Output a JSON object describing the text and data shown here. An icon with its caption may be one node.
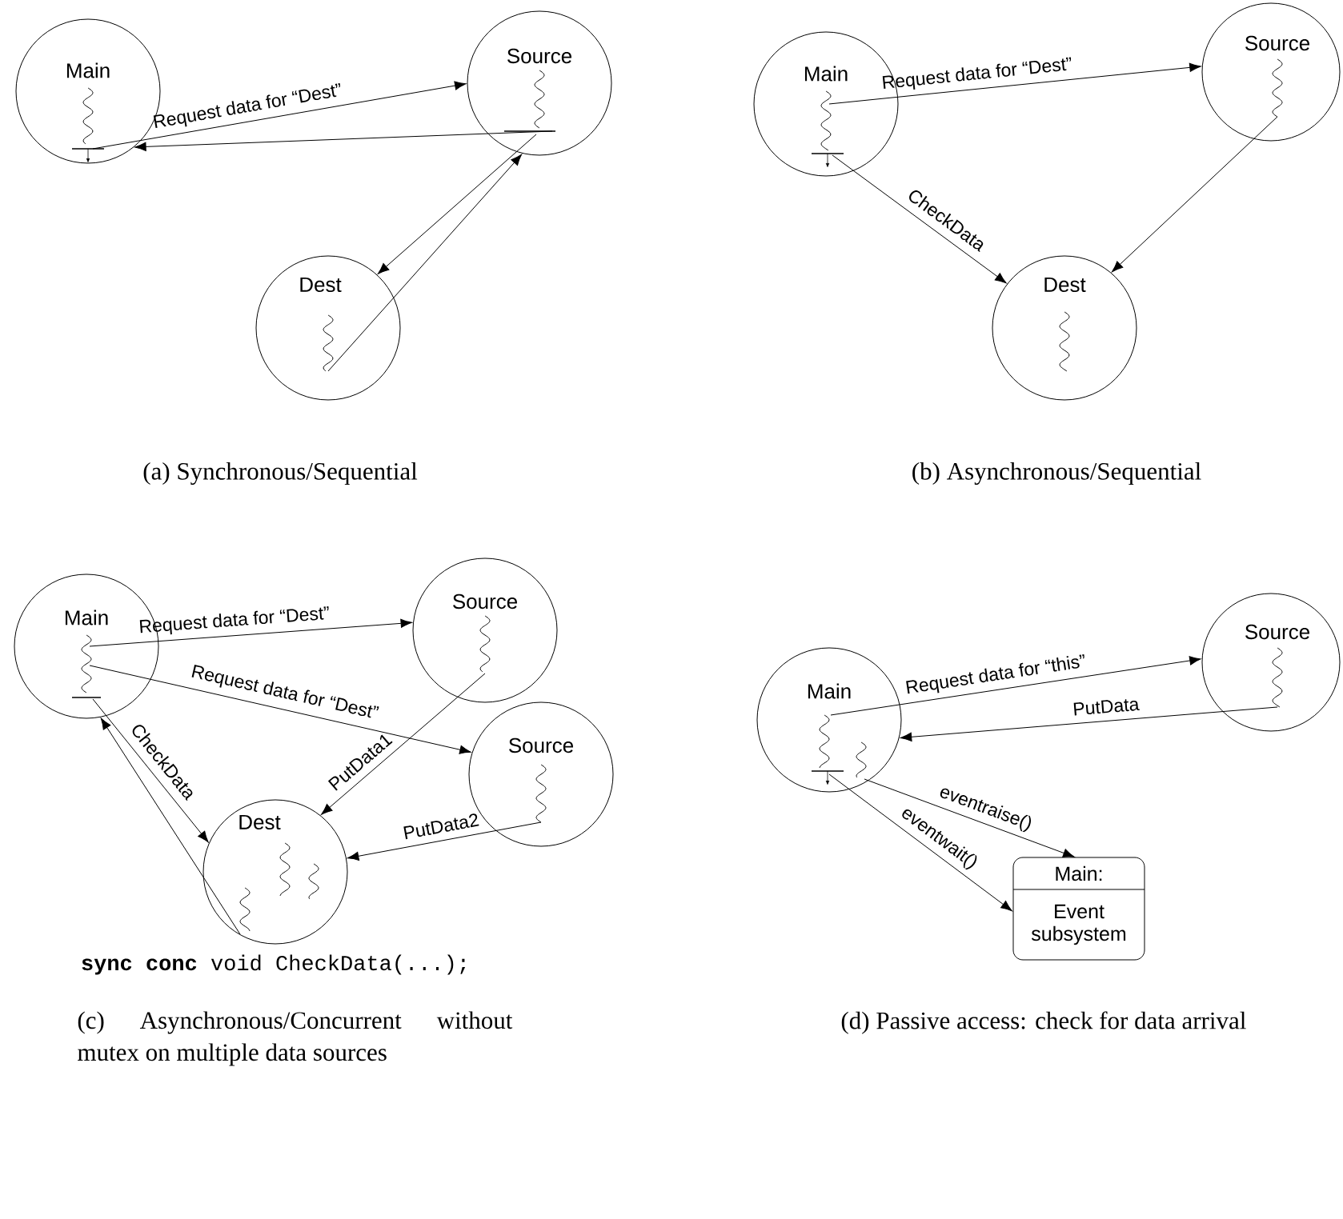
{
  "diagram": {
    "nodes": [
      {
        "text": [
          "Main"
        ]
      },
      {
        "text": [
          "Source"
        ]
      },
      {
        "text": [
          "Dest"
        ]
      },
      {
        "text": [
          "Main"
        ]
      },
      {
        "text": [
          "Source"
        ]
      },
      {
        "text": [
          "Dest"
        ]
      },
      {
        "text": [
          "Main"
        ]
      },
      {
        "text": [
          "Source"
        ]
      },
      {
        "text": [
          "Source"
        ]
      },
      {
        "text": [
          "Dest"
        ]
      },
      {
        "text": [
          "Main"
        ]
      },
      {
        "text": [
          "Source"
        ]
      },
      {
        "text": [
          "Main:",
          "Event subsystem"
        ]
      }
    ],
    "edges": [
      {
        "from": 0,
        "to": 1,
        "arrow": "to",
        "label": "Request data for “Dest”"
      },
      {
        "from": 1,
        "to": 0,
        "arrow": "to"
      },
      {
        "from": 1,
        "to": 2,
        "arrow": "to"
      },
      {
        "from": 2,
        "to": 1,
        "arrow": "to"
      },
      {
        "from": 3,
        "to": 4,
        "arrow": "to",
        "label": "Request data for “Dest”"
      },
      {
        "from": 3,
        "to": 5,
        "arrow": "to",
        "label": "CheckData"
      },
      {
        "from": 4,
        "to": 5,
        "arrow": "to"
      },
      {
        "from": 6,
        "to": 7,
        "arrow": "to",
        "label": "Request data for “Dest”"
      },
      {
        "from": 6,
        "to": 8,
        "arrow": "to",
        "label": "Request data for “Dest”"
      },
      {
        "from": 6,
        "to": 9,
        "arrow": "to",
        "label": "CheckData"
      },
      {
        "from": 9,
        "to": 6,
        "arrow": "to"
      },
      {
        "from": 7,
        "to": 9,
        "arrow": "to",
        "label": "PutData1"
      },
      {
        "from": 8,
        "to": 9,
        "arrow": "to",
        "label": "PutData2"
      },
      {
        "from": 10,
        "to": 11,
        "arrow": "to",
        "label": "Request data for “this”"
      },
      {
        "from": 11,
        "to": 10,
        "arrow": "to",
        "label": "PutData"
      },
      {
        "from": 10,
        "to": 12,
        "arrow": "to",
        "label": "eventraise()"
      },
      {
        "from": 10,
        "to": 12,
        "arrow": "to",
        "label": "eventwait()"
      }
    ],
    "labels": [
      "(a) Synchronous/Sequential",
      "(b) Asynchronous/Sequential",
      "**sync conc** void CheckData(...);",
      "(c) Asynchronous/Concurrent without mutex on multiple data sources",
      "(d) Passive access: check for data arrival"
    ]
  }
}
